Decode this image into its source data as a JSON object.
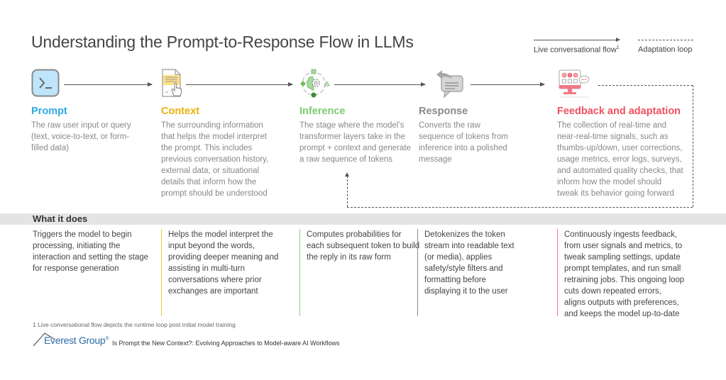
{
  "title": "Understanding the Prompt-to-Response Flow in LLMs",
  "legend": {
    "live_label": "Live conversational flow",
    "live_sup": "1",
    "adapt_label": "Adaptation loop"
  },
  "stages": [
    {
      "title": "Prompt",
      "color": "#2aabe2",
      "icon": "terminal-icon",
      "desc": "The raw user input or query (text, voice-to-text, or form-filled data)",
      "does": "Triggers the model to begin processing, initiating the interaction and setting the stage for response generation"
    },
    {
      "title": "Context",
      "color": "#e8b20c",
      "icon": "document-pointer-icon",
      "desc": "The surrounding information that helps the model interpret the prompt. This includes previous conversation history, external data, or situational details that inform how the prompt should be understood",
      "does": "Helps the model interpret the input beyond the words, providing deeper meaning and assisting in multi-turn conversations where prior exchanges are important"
    },
    {
      "title": "Inference",
      "color": "#7ccb70",
      "icon": "brain-gear-icon",
      "desc": "The stage where the model’s transformer layers take in the prompt + context and generate a raw sequence of tokens",
      "does": "Computes probabilities for each subsequent token to build the reply in its raw form"
    },
    {
      "title": "Response",
      "color": "#8a8a8a",
      "icon": "reply-chat-icon",
      "desc": "Converts the raw sequence of tokens from inference into a polished message",
      "does": "Detokenizes the token stream into readable text (or media), applies safety/style filters and formatting before displaying it to the user"
    },
    {
      "title": "Feedback and adaptation",
      "color": "#f0505f",
      "icon": "monitor-feedback-icon",
      "desc": "The collection of real-time and near-real-time signals, such as thumbs-up/down, user corrections, usage metrics, error logs, surveys, and automated quality checks, that inform how the model should tweak its behavior going forward",
      "does": "Continuously ingests feedback, from user signals and metrics, to tweak sampling settings, update prompt templates, and run small retraining jobs. This ongoing loop cuts down repeated errors, aligns outputs with preferences, and keeps the model up-to-date"
    }
  ],
  "what_it_does_label": "What it does",
  "footnote": "1 Live conversational flow depicts the runtime loop post initial model training",
  "brand": {
    "name": "Everest Group",
    "mark": "®"
  },
  "report_title": "Is Prompt the New Context?: Evolving Approaches to Model-aware AI Workflows"
}
